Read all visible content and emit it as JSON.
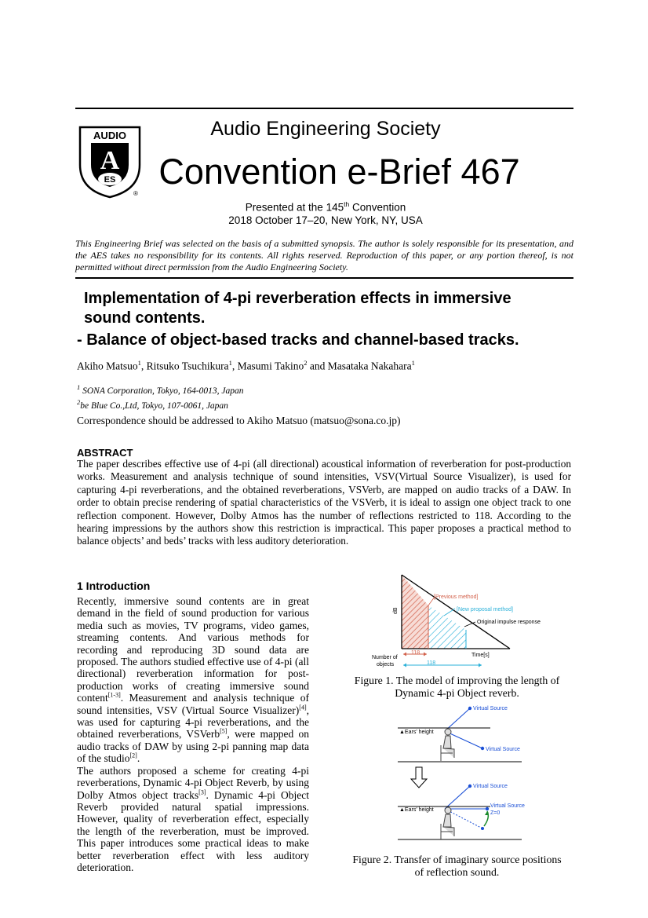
{
  "header": {
    "logo_text_top": "AUDIO",
    "logo_text_letter": "A",
    "logo_text_bottom": "ES",
    "logo_mark": "®",
    "society": "Audio Engineering Society",
    "convention": "Convention e-Brief 467",
    "presented_pre": "Presented at the 145",
    "presented_sup": "th",
    "presented_post": " Convention",
    "dates": "2018 October 17–20, New York, NY, USA"
  },
  "disclaimer": "This Engineering Brief was selected on the basis of a submitted synopsis. The author is solely responsible for its presentation, and the AES takes no responsibility for its contents. All rights reserved. Reproduction of this paper, or any portion thereof, is not permitted without direct permission from the Audio Engineering Society.",
  "title": {
    "line1": "Implementation of 4-pi reverberation effects in immersive",
    "line2": "sound contents.",
    "line3": "- Balance of object-based tracks and channel-based tracks."
  },
  "authors": {
    "a1": "Akiho Matsuo",
    "s1": "1",
    "a2": ", Ritsuko Tsuchikura",
    "s2": "1",
    "a3": ", Masumi Takino",
    "s3": "2",
    "a4": " and Masataka Nakahara",
    "s4": "1"
  },
  "affiliations": {
    "s1": "1",
    "a1": " SONA Corporation, Tokyo, 164-0013, Japan",
    "s2": "2",
    "a2": "be Blue Co.,Ltd, Tokyo, 107-0061, Japan"
  },
  "correspondence": "Correspondence should be addressed to Akiho Matsuo (matsuo@sona.co.jp)",
  "abstract": {
    "heading": "ABSTRACT",
    "body": "The paper describes effective use of 4-pi (all directional) acoustical information of reverberation for post-production works. Measurement and analysis technique of sound intensities, VSV(Virtual Source Visualizer), is used for capturing 4-pi reverberations, and the obtained reverberations, VSVerb, are mapped on audio tracks of a DAW. In order to obtain precise rendering of spatial characteristics of the VSVerb, it is ideal to assign one object track to one reflection component. However, Dolby Atmos has the number of reflections restricted to 118. According to the hearing impressions by the authors show this restriction is impractical. This paper proposes a practical method to balance objects’ and beds’ tracks with less auditory deterioration."
  },
  "intro": {
    "heading": "1   Introduction",
    "t1": "Recently, immersive sound contents are in great demand in the field of sound production for various media such as movies, TV programs, video games, streaming contents. And various methods for recording and reproducing 3D sound data are proposed. The authors studied effective use of 4-pi (all directional) reverberation information for post-production works of creating immersive sound content",
    "r1": "[1-3]",
    "t2": ". Measurement and analysis technique of sound intensities, VSV (Virtual Source Visualizer)",
    "r2": "[4]",
    "t3": ", was used for capturing 4-pi reverberations, and the obtained reverberations, VSVerb",
    "r3": "[5]",
    "t4": ", were mapped on audio tracks of DAW by using 2-pi panning map data of the studio",
    "r4": "[2]",
    "t5": ".",
    "t6": "The authors proposed a scheme for creating 4-pi reverberations, Dynamic 4-pi Object Reverb, by using Dolby Atmos object tracks",
    "r5": "[3]",
    "t7": ". Dynamic 4-pi Object Reverb provided natural spatial impressions. However, quality of reverberation effect, especially the length of the reverberation, must be improved. This paper introduces some practical ideas to make better reverberation effect with less auditory deterioration."
  },
  "figure1": {
    "ylabel": "dB",
    "previous": "[Previous method]",
    "newprop": "[New proposal method]",
    "original": "Original impulse response",
    "xlabel": "Time[s]",
    "objects1": "Number of",
    "objects2": "objects",
    "n1": "118",
    "n2": "118",
    "caption1": "Figure 1. The model of improving the length of",
    "caption2": "Dynamic 4-pi Object reverb."
  },
  "figure2": {
    "vs_top": "Virtual Source",
    "vs_right": "Virtual Source",
    "ears": "▲Ears' height",
    "vs_top2": "Virtual Source",
    "vs_right2": "Virtual Source",
    "z0": "Z=0",
    "ears2": "▲Ears' height",
    "caption1": "Figure 2. Transfer of imaginary source positions",
    "caption2": "of reflection sound."
  }
}
